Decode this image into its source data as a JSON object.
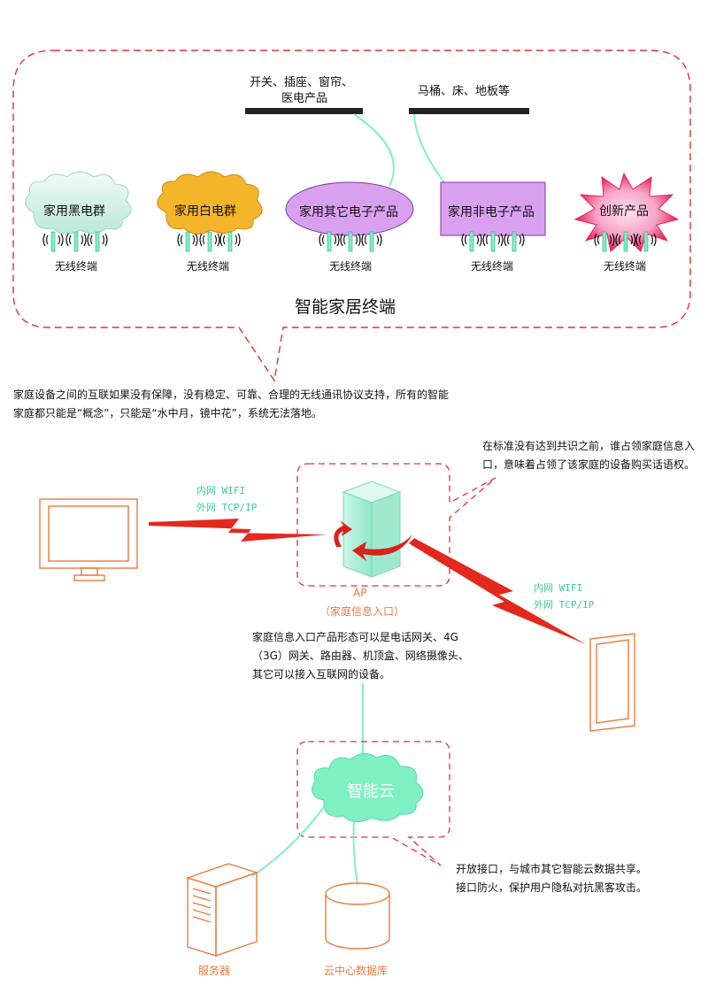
{
  "top_section": {
    "bar_left_label_line1": "开关、插座、窗帘、",
    "bar_left_label_line2": "医电产品",
    "bar_right_label": "马桶、床、地板等",
    "groups": [
      {
        "label": "家用黑电群",
        "terminal": "无线终端"
      },
      {
        "label": "家用白电群",
        "terminal": "无线终端"
      },
      {
        "label": "家用其它电子产品",
        "terminal": "无线终端"
      },
      {
        "label": "家用非电子产品",
        "terminal": "无线终端"
      },
      {
        "label": "创新产品",
        "terminal": "无线终端"
      }
    ],
    "title": "智能家居终端"
  },
  "paragraph_1_line1": "家庭设备之间的互联如果没有保障，没有稳定、可靠、合理的无线通讯协议支持，所有的智能",
  "paragraph_1_line2": "家庭都只能是“概念”，只能是“水中月，镜中花”，系统无法落地。",
  "callout_top_right_line1": "在标准没有达到共识之前，谁占领家庭信息入",
  "callout_top_right_line2": "口，意味着占领了该家庭的设备购买话语权。",
  "link_left": {
    "line1": "内网 WIFI",
    "line2": "外网 TCP/IP"
  },
  "link_right": {
    "line1": "内网 WIFI",
    "line2": "外网 TCP/IP"
  },
  "ap": {
    "label": "AP",
    "sub": "（家庭信息入口）"
  },
  "paragraph_2_line1": "家庭信息入口产品形态可以是电话网关、4G",
  "paragraph_2_line2": "（3G）网关、路由器、机顶盒、网络摄像头、",
  "paragraph_2_line3": "其它可以接入互联网的设备。",
  "cloud_label": "智能云",
  "callout_bottom_right_line1": "开放接口，与城市其它智能云数据共享。",
  "callout_bottom_right_line2": "接口防火，保护用户隐私对抗黑客攻击。",
  "server_label": "服务器",
  "database_label": "云中心数据库",
  "colors": {
    "dashed_red": "#e03030",
    "teal": "#7ff0c4",
    "orange": "#e87a3e",
    "bolt_red": "#e3281e",
    "purple": "#d9a0f0",
    "yellow": "#f5b52a"
  }
}
